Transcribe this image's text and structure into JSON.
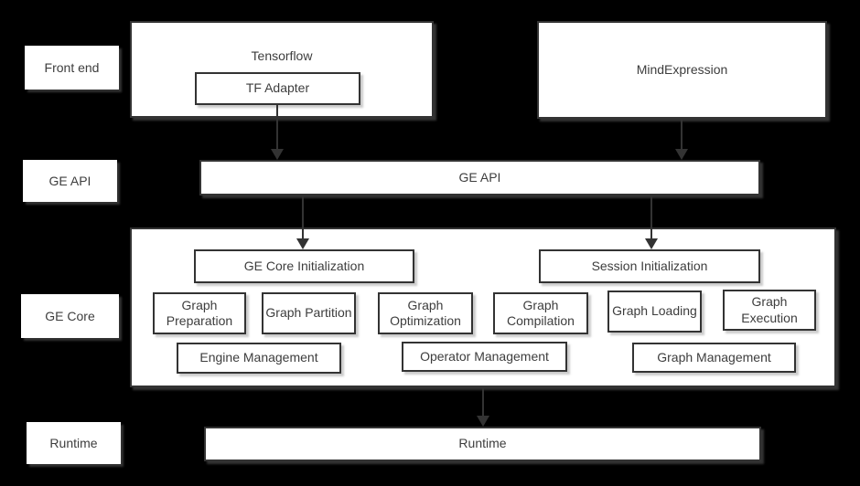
{
  "diagram": {
    "row_labels": {
      "front_end": "Front end",
      "ge_api": "GE API",
      "ge_core": "GE Core",
      "runtime": "Runtime"
    },
    "nodes": {
      "tensorflow": "Tensorflow",
      "tf_adapter": "TF Adapter",
      "mindexpression": "MindExpression",
      "ge_api_bar": "GE API",
      "ge_core_initialization": "GE Core Initialization",
      "session_initialization": "Session Initialization",
      "stages": [
        "Graph Preparation",
        "Graph Partition",
        "Graph Optimization",
        "Graph Compilation",
        "Graph Loading",
        "Graph Execution"
      ],
      "management": [
        "Engine Management",
        "Operator Management",
        "Graph Management"
      ],
      "runtime_bar": "Runtime"
    },
    "connections": [
      {
        "from": "TF Adapter",
        "to": "GE API"
      },
      {
        "from": "MindExpression",
        "to": "GE API"
      },
      {
        "from": "GE API",
        "to": "GE Core Initialization"
      },
      {
        "from": "GE API",
        "to": "Session Initialization"
      },
      {
        "from": "GE Core",
        "to": "Runtime"
      }
    ],
    "colors": {
      "background": "#000000",
      "box_fill": "#ffffff",
      "border": "#333333",
      "text": "#3d3d3d",
      "arrow": "#333333"
    }
  }
}
